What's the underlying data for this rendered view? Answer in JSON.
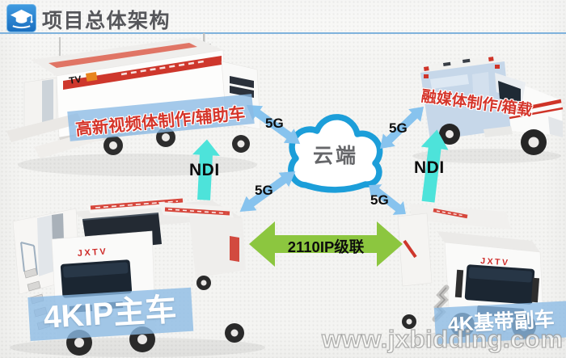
{
  "header": {
    "title": "项目总体架构"
  },
  "cloud": {
    "label": "云端"
  },
  "trucks": {
    "aux": {
      "label": "高新视频体制作/辅助车",
      "logo": "TV"
    },
    "media": {
      "label": "融媒体制作/箱载"
    },
    "main": {
      "label": "4KIP主车",
      "logo": "JXTV"
    },
    "baseband": {
      "label": "4K基带副车",
      "logo": "JXTV"
    }
  },
  "links": {
    "g5": "5G",
    "ndi": "NDI",
    "cascade": "2110IP级联"
  },
  "colors": {
    "accent_blue": "#1c75bc",
    "underline_blue": "#7fb2dc",
    "arrow_5g": "#87c3ee",
    "arrow_ndi": "#4de3da",
    "arrow_cascade": "#8cc63f",
    "cloud_stroke": "#1c9ed9",
    "label_red": "#d5352a",
    "banner_blue": "#8bbae4",
    "logo_red": "#ce2a28"
  },
  "watermark": {
    "text": "www.jxbidding.com"
  }
}
